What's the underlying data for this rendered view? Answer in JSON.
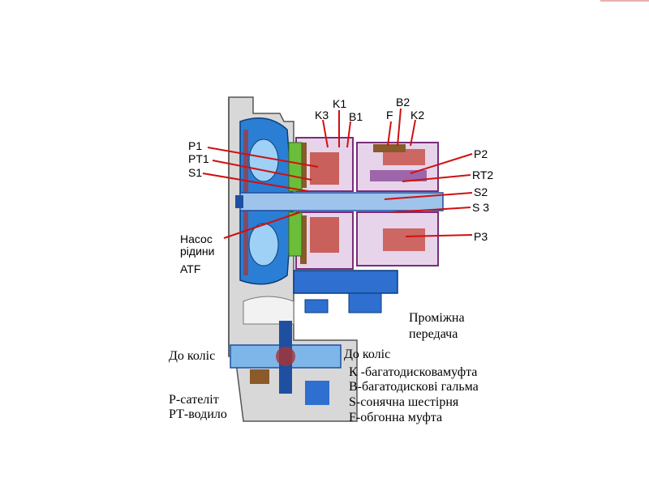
{
  "colors": {
    "leader": "#d01010",
    "housing": "#c8c8c8",
    "torque_converter": "#1a73c8",
    "shaft": "#8fb8e8",
    "clutch_pack": "#7a2d7a",
    "gear": "#c0392b",
    "pump": "#5ea832",
    "brown": "#8a5a2a",
    "dark_blue": "#1f4fa0"
  },
  "labels": {
    "k1": "K1",
    "b2": "B2",
    "k3": "K3",
    "b1": "B1",
    "f": "F",
    "k2": "K2",
    "p1": "P1",
    "pt1": "PT1",
    "s1": "S1",
    "p2": "P2",
    "rt2": "RT2",
    "s2": "S2",
    "s3": "S 3",
    "p3": "P3",
    "pump_line1": "Насос",
    "pump_line2": "рідини",
    "pump_line3": "ATF",
    "transfer_line1": "Проміжна",
    "transfer_line2": "передача",
    "to_wheels_left": "До коліс",
    "to_wheels_right": "До коліс"
  },
  "legend": {
    "k": "К -багатодисковамуфта",
    "b": "В-багатодискові гальма",
    "s": "S-сонячна шестірня",
    "f": "F-обгонна муфта",
    "p": "Р-сателіт",
    "pt": "РТ-водило"
  }
}
